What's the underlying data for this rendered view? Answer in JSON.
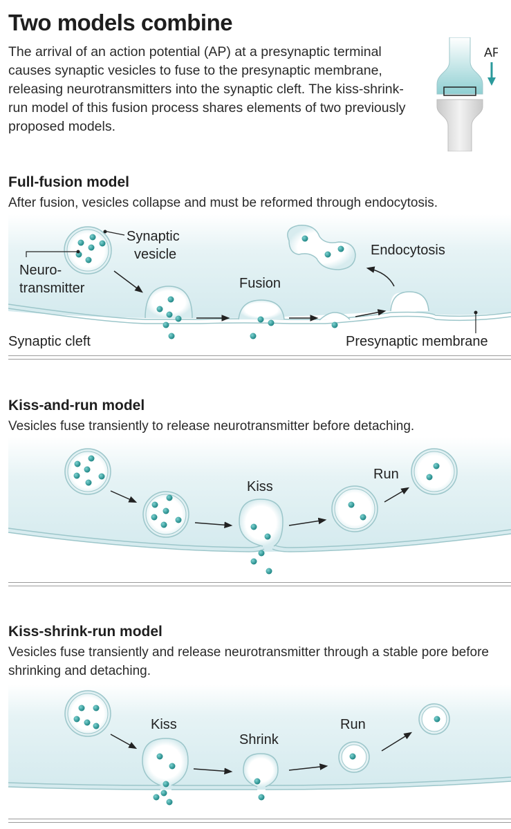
{
  "header": {
    "title": "Two models combine",
    "intro": "The arrival of an action potential (AP) at a presynaptic terminal causes synaptic vesicles to fuse to the presynaptic membrane, releasing neurotransmitters into the synaptic cleft. The kiss-shrink-run model of this fusion process shares elements of two previously proposed models.",
    "ap_label": "AP"
  },
  "full_fusion": {
    "title": "Full-fusion model",
    "description": "After fusion, vesicles collapse and must be reformed through endocytosis.",
    "labels": {
      "synaptic_vesicle_1": "Synaptic",
      "synaptic_vesicle_2": "vesicle",
      "neurotransmitter_1": "Neuro-",
      "neurotransmitter_2": "transmitter",
      "fusion": "Fusion",
      "endocytosis": "Endocytosis",
      "synaptic_cleft": "Synaptic cleft",
      "presynaptic_membrane": "Presynaptic membrane"
    }
  },
  "kiss_and_run": {
    "title": "Kiss-and-run model",
    "description": "Vesicles fuse transiently to release neurotransmitter before detaching.",
    "labels": {
      "kiss": "Kiss",
      "run": "Run"
    }
  },
  "kiss_shrink_run": {
    "title": "Kiss-shrink-run model",
    "description": "Vesicles fuse transiently and release neurotransmitter through a stable pore before shrinking and detaching.",
    "labels": {
      "kiss": "Kiss",
      "shrink": "Shrink",
      "run": "Run"
    }
  },
  "colors": {
    "cytoplasm": "#dbeef1",
    "membrane": "#9cc6ca",
    "neurotransmitter": "#2b9a9c",
    "arrow": "#222222"
  }
}
